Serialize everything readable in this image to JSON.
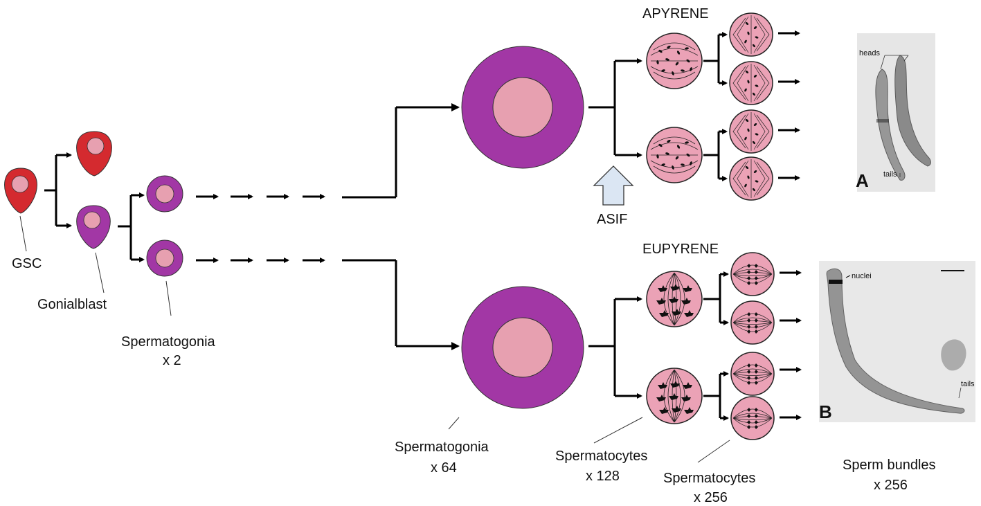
{
  "diagram": {
    "colors": {
      "gsc": "#d42a2f",
      "spermatogonia_cytoplasm": "#a237a5",
      "nucleus": "#e7a0b0",
      "meiotic_cell": "#eba2b6",
      "asif_arrow": "#dbe6f3",
      "micrograph_background": "#e6e6e6"
    },
    "labels": {
      "gsc": "GSC",
      "gonialblast": "Gonialblast",
      "spermatogonia_2": "Spermatogonia",
      "spermatogonia_2_count": "x 2",
      "spermatogonia_64": "Spermatogonia",
      "spermatogonia_64_count": "x 64",
      "spermatocytes_128": "Spermatocytes",
      "spermatocytes_128_count": "x 128",
      "spermatocytes_256": "Spermatocytes",
      "spermatocytes_256_count": "x 256",
      "sperm_bundles": "Sperm bundles",
      "sperm_bundles_count": "x 256",
      "apyrene": "APYRENE",
      "eupyrene": "EUPYRENE",
      "asif": "ASIF"
    },
    "micrographs": {
      "a": {
        "panel_letter": "A",
        "heads": "heads",
        "tails": "tails"
      },
      "b": {
        "panel_letter": "B",
        "nuclei": "nuclei",
        "tails": "tails"
      }
    }
  }
}
